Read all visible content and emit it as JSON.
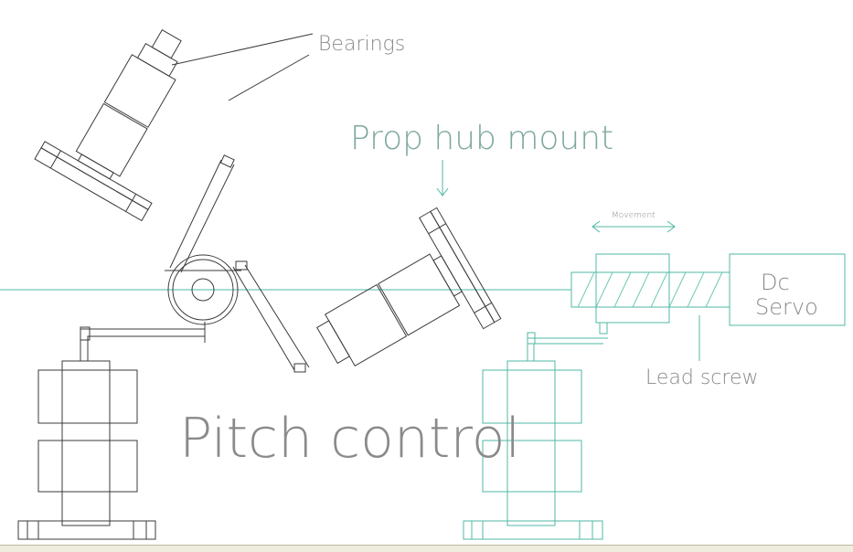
{
  "labels": {
    "bearings": "Bearings",
    "prop_hub_mount": "Prop hub mount",
    "movement": "Movement",
    "dc": "Dc",
    "servo": "Servo",
    "lead_screw": "Lead screw",
    "pitch_control": "Pitch control"
  },
  "colors": {
    "dark_line": "#3b3b3b",
    "teal_line": "#4fb8a4",
    "label_gray": "#8a8a8a",
    "hatch": "#6fc9b5",
    "status_bar": "#efeddd"
  }
}
